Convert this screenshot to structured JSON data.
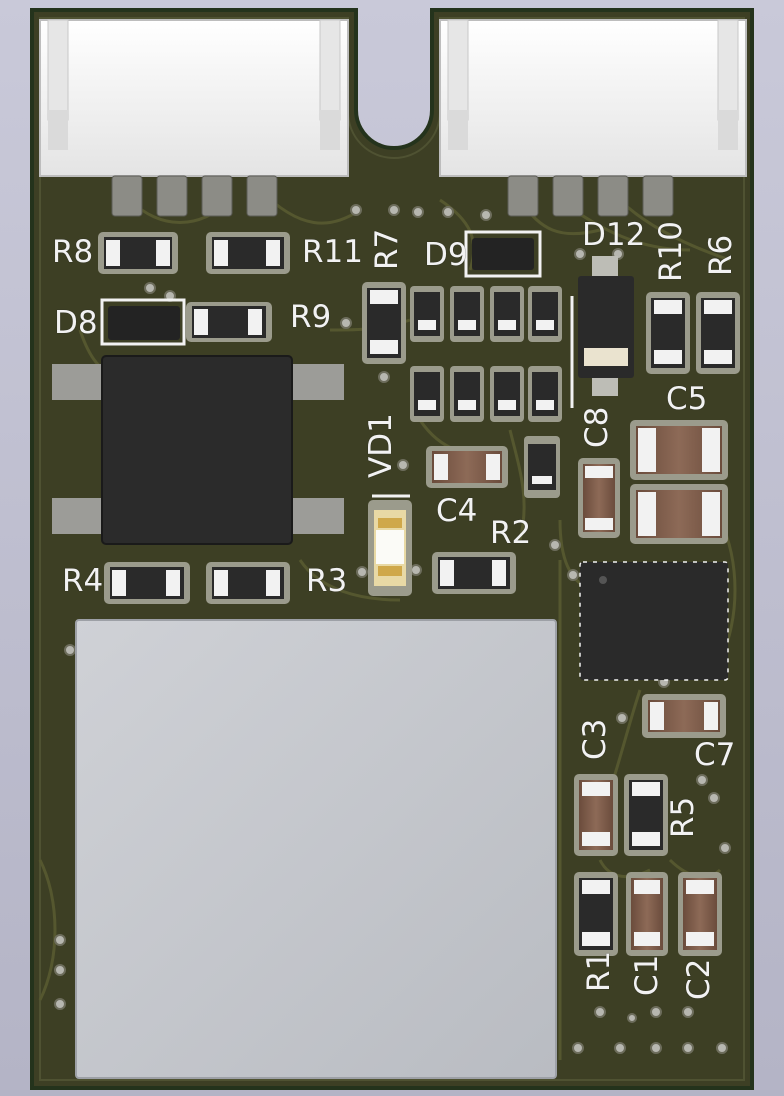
{
  "colors": {
    "background": "#bcbccc",
    "pcb": "#3d3f24",
    "pcb_edge": "#2a3520",
    "copper_fill": "#4a4a2e",
    "pad_gold": "#c9a227",
    "silkscreen": "#f2f2f2",
    "connector": "#f4f4f4",
    "ic_body": "#2a2a2a",
    "shield": "#c4c6ca",
    "cap_ceramic": "#7a5a4a",
    "vias": "#b7b7b0"
  },
  "labels": {
    "R8": "R8",
    "R11": "R11",
    "R7": "R7",
    "D9": "D9",
    "D12": "D12",
    "R10": "R10",
    "R6": "R6",
    "D8": "D8",
    "R9": "R9",
    "C8": "C8",
    "C5": "C5",
    "VD1": "VD1",
    "C4": "C4",
    "R2": "R2",
    "R4": "R4",
    "R3": "R3",
    "C3": "C3",
    "C7": "C7",
    "R5": "R5",
    "R1": "R1",
    "C1": "C1",
    "C2": "C2"
  }
}
